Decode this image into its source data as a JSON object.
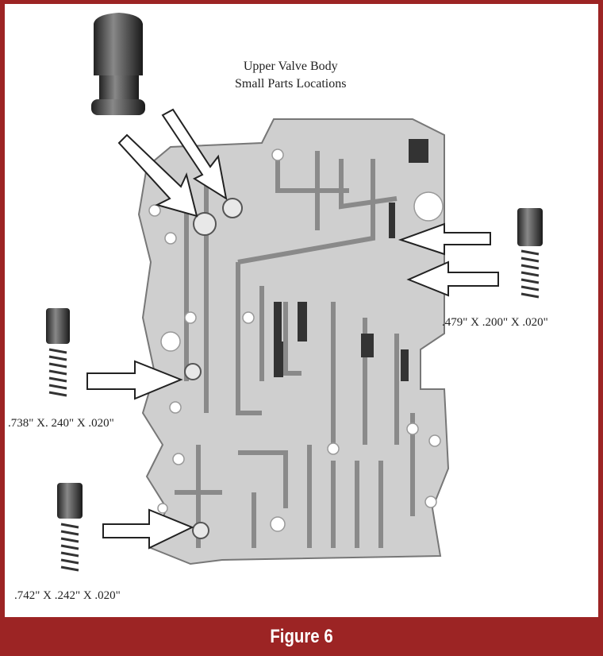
{
  "title": {
    "line1": "Upper Valve Body",
    "line2": "Small Parts Locations"
  },
  "labels": {
    "spring_right": ".479\" X .200\" X .020\"",
    "spring_left_middle": ".738\" X. 240\" X .020\"",
    "spring_left_bottom": ".742\" X .242\" X .020\""
  },
  "caption": "Figure 6",
  "colors": {
    "frame": "#9c2424",
    "valve_body": "#c9c9c9"
  }
}
